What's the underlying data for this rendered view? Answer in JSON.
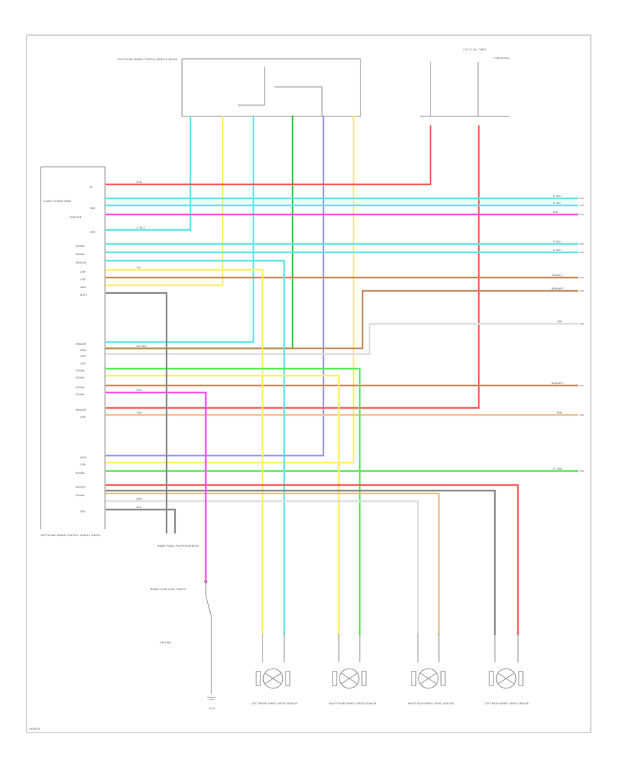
{
  "diagram": {
    "figure_code": "W00000",
    "components": {
      "ebcm": "ELECTRONIC BRAKE CONTROL MODULE (EBCM)",
      "fuse_block": "FUSE BLOCK",
      "hot_at_all_times": "HOT AT ALL TIMES",
      "lf_sensor": "LEFT FRONT WHEEL SPEED SENSOR",
      "rf_sensor": "RIGHT FRONT WHEEL SPEED SENSOR",
      "rr_sensor": "RIGHT REAR WHEEL SPEED SENSOR",
      "lr_sensor": "LEFT REAR WHEEL SPEED SENSOR",
      "brake_switch": "BRAKE FLUID LEVEL SWITCH",
      "brake_pedal": "BRAKE PEDAL POSITION SENSOR",
      "g_ground": "G101",
      "lh_ground": "GROUND"
    },
    "wire_colors": {
      "red": "#ff5a5a",
      "light_blue": "#5be6ee",
      "magenta": "#ff4ff0",
      "yellow": "#ffee66",
      "green": "#55ee55",
      "dark_green": "#2ecc40",
      "violet": "#9999ee",
      "tan": "#e8c48a",
      "brown": "#c98a5a",
      "gray": "#888888",
      "pink": "#ff9999",
      "white": "#dddddd",
      "black": "#555555"
    },
    "ebcm_pins": [
      "B+",
      "CLASS 2 SERIAL DATA",
      "GND",
      "IGNITION",
      "GND",
      "SIGNAL",
      "SIGNAL",
      "MEDIUM",
      "LOW",
      "LOW",
      "HIGH",
      "SHIFT",
      "MEDIUM",
      "HIGH",
      "LOW",
      "LOW",
      "SIGNAL",
      "SIGNAL",
      "SIGNAL",
      "SIGNAL",
      "MEDIUM",
      "LOW",
      "HIGH",
      "LOW",
      "SIGNAL",
      "SWITCH",
      "SIGNAL",
      "GND"
    ],
    "right_labels": [
      "LT BLU",
      "LT BLU",
      "PNK",
      "LT BLU",
      "LT BLU",
      "TAN/BLK",
      "BRN/WHT",
      "GRY",
      "BRN/WHT",
      "PNK",
      "LT GRN"
    ],
    "wire_labels": {
      "red": "RED",
      "lt_blu": "LT BLU",
      "yel": "YEL",
      "dk_grn": "DK GRN",
      "pnk": "PNK",
      "tan": "TAN",
      "gry": "GRY",
      "blk": "BLK",
      "wht": "WHT"
    }
  }
}
